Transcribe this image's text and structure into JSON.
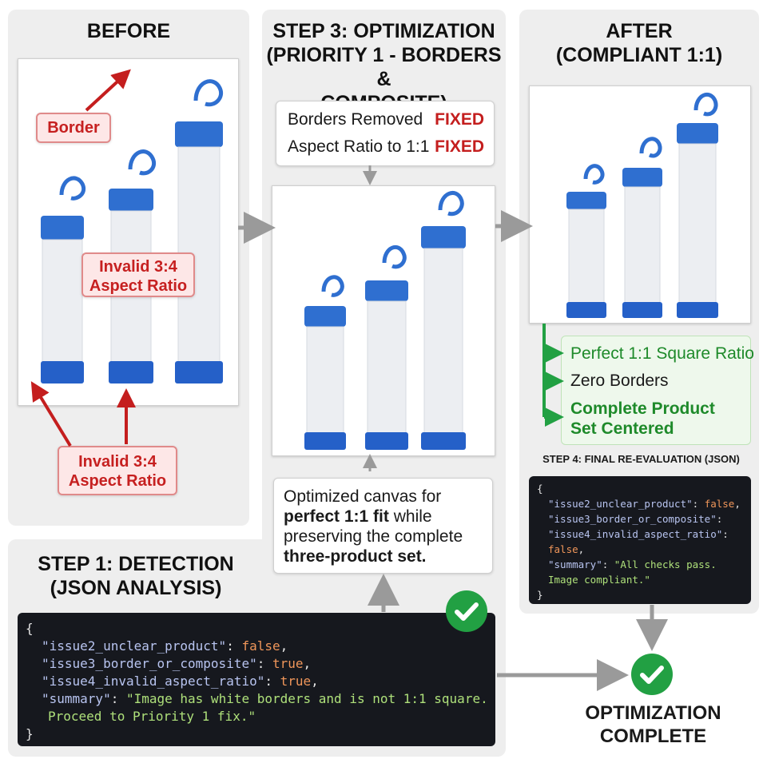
{
  "before": {
    "title": "BEFORE",
    "border_callout": "Border",
    "aspect_callout_1": "Invalid 3:4 Aspect Ratio",
    "aspect_callout_2": "Invalid 3:4 Aspect Ratio"
  },
  "step3": {
    "title_line1": "STEP 3: OPTIMIZATION",
    "title_line2": "(PRIORITY 1 - BORDERS &",
    "title_line3": "COMPOSITE)",
    "fixes": [
      {
        "label": "Borders Removed",
        "status": "FIXED"
      },
      {
        "label": "Aspect Ratio to 1:1",
        "status": "FIXED"
      }
    ],
    "note": {
      "text1": "Optimized canvas for",
      "bold1": "perfect 1:1 fit",
      "text2": "while preserving the complete",
      "bold2": "three-product set."
    }
  },
  "after": {
    "title_line1": "AFTER",
    "title_line2": "(COMPLIANT 1:1)",
    "results": [
      "Perfect 1:1 Square Ratio",
      "Zero Borders",
      "Complete Product Set Centered"
    ],
    "result_color": "#1e8a2a"
  },
  "step4": {
    "title": "STEP 4: FINAL RE-EVALUATION (JSON)",
    "json": {
      "open": "{",
      "k1": "\"issue2_unclear_product\"",
      "v1": "false",
      "k2": "\"issue3_border_or_composite\"",
      "k3": "\"issue4_invalid_aspect_ratio\"",
      "v3": "false",
      "k4": "\"summary\"",
      "v4": "\"All checks pass.",
      "v4b": "Image compliant.\"",
      "close": "}"
    }
  },
  "step1": {
    "title_line1": "STEP 1: DETECTION",
    "title_line2": "(JSON ANALYSIS)",
    "json": {
      "open": "{",
      "k1": "\"issue2_unclear_product\"",
      "v1": "false",
      "k2": "\"issue3_border_or_composite\"",
      "v2": "true",
      "k3": "\"issue4_invalid_aspect_ratio\"",
      "v3": "true",
      "k4": "\"summary\"",
      "v4": "\"Image has white borders and is not 1:1 square.",
      "v4b": "Proceed to Priority 1 fix.\"",
      "close": "}"
    }
  },
  "final": {
    "line1": "OPTIMIZATION",
    "line2": "COMPLETE"
  },
  "colors": {
    "accent_red": "#c41e1e",
    "accent_green": "#22a043",
    "product_blue": "#2f6fd0",
    "arrow_gray": "#9a9a9a"
  },
  "icons": [
    "check-icon",
    "arrow-icon",
    "hook-icon"
  ]
}
